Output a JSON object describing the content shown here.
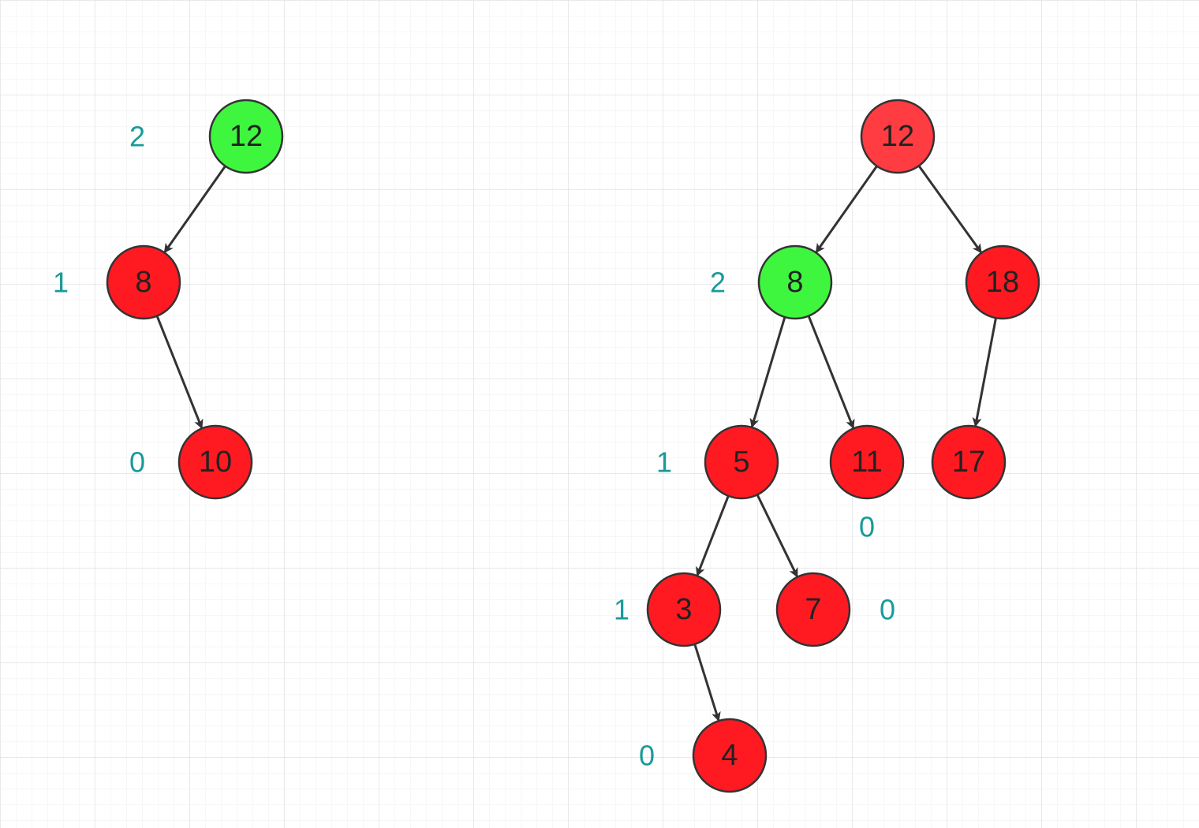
{
  "colors": {
    "node_red": "#ff1a22",
    "node_red_light": "#ff3c42",
    "node_green": "#3ff63f",
    "edge": "#333333",
    "side_label": "#1a9a9a",
    "grid_minor": "#efefef",
    "grid_major": "#e2e2e2"
  },
  "trees": [
    {
      "name": "left-tree",
      "nodes": [
        {
          "id": "L12",
          "value": "12",
          "fill": "#3ff63f",
          "label": "2"
        },
        {
          "id": "L8",
          "value": "8",
          "fill": "#ff1a22",
          "label": "1"
        },
        {
          "id": "L10",
          "value": "10",
          "fill": "#ff1a22",
          "label": "0"
        }
      ],
      "edges": [
        [
          "L12",
          "L8"
        ],
        [
          "L8",
          "L10"
        ]
      ]
    },
    {
      "name": "right-tree",
      "nodes": [
        {
          "id": "R12",
          "value": "12",
          "fill": "#ff3c42",
          "label": ""
        },
        {
          "id": "R8",
          "value": "8",
          "fill": "#3ff63f",
          "label": "2"
        },
        {
          "id": "R18",
          "value": "18",
          "fill": "#ff1a22",
          "label": ""
        },
        {
          "id": "R5",
          "value": "5",
          "fill": "#ff1a22",
          "label": "1"
        },
        {
          "id": "R11",
          "value": "11",
          "fill": "#ff1a22",
          "label": "0"
        },
        {
          "id": "R17",
          "value": "17",
          "fill": "#ff1a22",
          "label": ""
        },
        {
          "id": "R3",
          "value": "3",
          "fill": "#ff1a22",
          "label": "1"
        },
        {
          "id": "R7",
          "value": "7",
          "fill": "#ff1a22",
          "label": "0"
        },
        {
          "id": "R4",
          "value": "4",
          "fill": "#ff1a22",
          "label": "0"
        }
      ],
      "edges": [
        [
          "R12",
          "R8"
        ],
        [
          "R12",
          "R18"
        ],
        [
          "R8",
          "R5"
        ],
        [
          "R8",
          "R11"
        ],
        [
          "R18",
          "R17"
        ],
        [
          "R5",
          "R3"
        ],
        [
          "R5",
          "R7"
        ],
        [
          "R3",
          "R4"
        ]
      ]
    }
  ]
}
